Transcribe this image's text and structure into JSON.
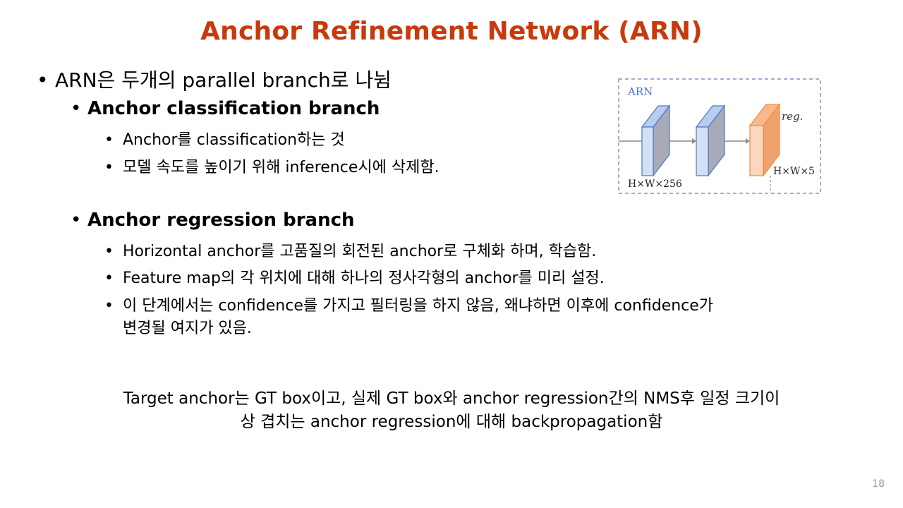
{
  "slide": {
    "title": "Anchor Refinement Network (ARN)",
    "page_number": "18"
  },
  "bullets": {
    "main": "ARN은 두개의 parallel branch로 나뉨",
    "cls": {
      "heading": "Anchor classification branch",
      "items": [
        "Anchor를 classification하는 것",
        "모델 속도를 높이기 위해 inference시에 삭제함."
      ]
    },
    "reg": {
      "heading": "Anchor regression branch",
      "items": [
        "Horizontal anchor를 고품질의 회전된 anchor로 구체화 하며, 학습함.",
        "Feature map의 각 위치에 대해 하나의 정사각형의 anchor를 미리 설정.",
        "이 단계에서는 confidence를 가지고 필터링을 하지 않음, 왜냐하면 이후에 confidence가",
        "변경될 여지가 있음."
      ]
    }
  },
  "note": {
    "line1": "Target anchor는 GT box이고, 실제 GT box와 anchor regression간의 NMS후 일정 크기이",
    "line2": "상 겹치는 anchor regression에 대해 backpropagation함"
  },
  "diagram": {
    "box_label": "ARN",
    "reg_label": "reg.",
    "dim_left": "H×W×256",
    "dim_right": "H×W×5",
    "colors": {
      "border": "#7b97c9",
      "blue_front": "#d4e1f5",
      "blue_stroke": "#4a78c8",
      "gray_face": "#a9aab8",
      "orange_front": "#fbd7bf",
      "orange_stroke": "#f08a3c",
      "orange_face": "#f0a26e",
      "arrow": "#8c8c8c"
    }
  }
}
